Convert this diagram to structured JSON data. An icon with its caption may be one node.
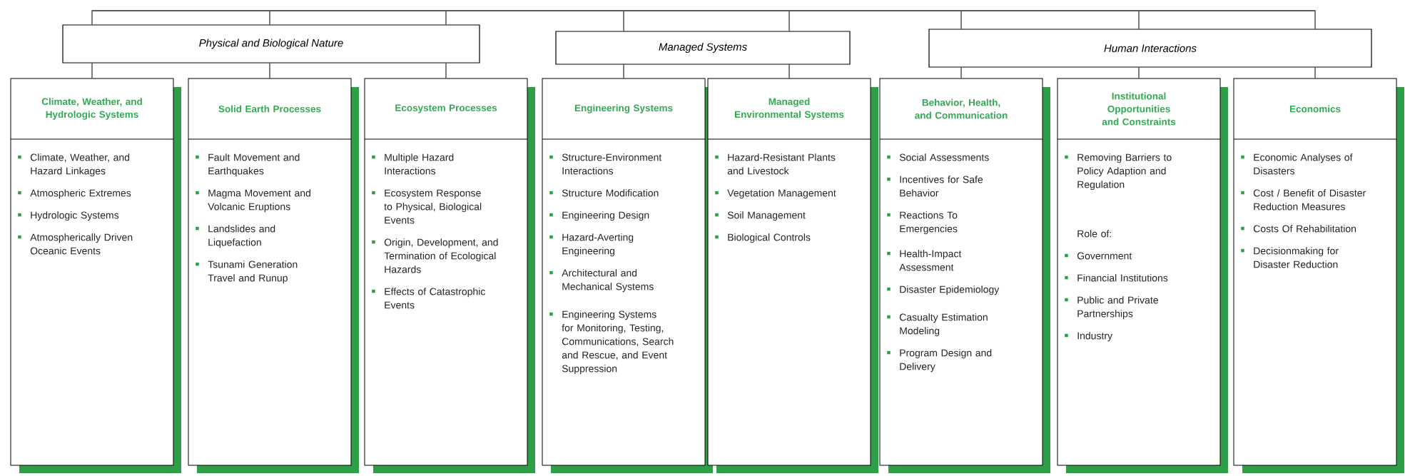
{
  "diagram": {
    "nodes": [
      {
        "text": [],
        "shape": "bar"
      },
      {
        "text": [
          "Physical and Biological Nature"
        ]
      },
      {
        "text": [
          "Managed Systems"
        ]
      },
      {
        "text": [
          "Human Interactions"
        ]
      },
      {
        "text": [
          "Climate, Weather, and Hydrologic Systems",
          "Climate, Weather, and Hazard Linkages",
          "Atmospheric Extremes",
          "Hydrologic Systems",
          "Atmospherically Driven Oceanic Events"
        ]
      },
      {
        "text": [
          "Solid Earth Processes",
          "Fault Movement and Earthquakes",
          "Magma Movement and Volcanic Eruptions",
          "Landslides and Liquefaction",
          "Tsunami Generation Travel and Runup"
        ]
      },
      {
        "text": [
          "Ecosystem Processes",
          "Multiple Hazard Interactions",
          "Ecosystem Response to Physical, Biological Events",
          "Origin, Development, and Termination of Ecological Hazards",
          "Effects of Catastrophic Events"
        ]
      },
      {
        "text": [
          "Engineering Systems",
          "Structure-Environment Interactions",
          "Structure Modification",
          "Engineering Design",
          "Hazard-Averting Engineering",
          "Architectural and Mechanical Systems",
          "Engineering Systems for Monitoring, Testing, Communications, Search and Rescue, and Event Suppression"
        ]
      },
      {
        "text": [
          "Managed Environmental Systems",
          "Hazard-Resistant Plants and Livestock",
          "Vegetation Management",
          "Soil Management",
          "Biological Controls"
        ]
      },
      {
        "text": [
          "Behavior, Health, and Communication",
          "Social Assessments",
          "Incentives for Safe Behavior",
          "Reactions To Emergencies",
          "Health-Impact Assessment",
          "Disaster Epidemiology",
          "Casualty Estimation Modeling",
          "Program Design and Delivery"
        ]
      },
      {
        "text": [
          "Institutional Opportunities and Constraints",
          "Removing Barriers to Policy Adaption and Regulation",
          "Role of:",
          "Government",
          "Financial Institutions",
          "Public and Private Partnerships",
          "Industry"
        ]
      },
      {
        "text": [
          "Economics",
          "Economic Analyses of Disasters",
          "Cost / Benefit of Disaster Reduction Measures",
          "Costs Of Rehabilitation",
          "Decisionmaking for Disaster Reduction"
        ]
      }
    ],
    "edges": [
      {
        "from": 0,
        "to": 1,
        "arrow": "none"
      },
      {
        "from": 0,
        "to": 1,
        "arrow": "none"
      },
      {
        "from": 0,
        "to": 1,
        "arrow": "none"
      },
      {
        "from": 0,
        "to": 2,
        "arrow": "none"
      },
      {
        "from": 0,
        "to": 2,
        "arrow": "none"
      },
      {
        "from": 0,
        "to": 3,
        "arrow": "none"
      },
      {
        "from": 0,
        "to": 3,
        "arrow": "none"
      },
      {
        "from": 0,
        "to": 3,
        "arrow": "none"
      },
      {
        "from": 1,
        "to": 4,
        "arrow": "none"
      },
      {
        "from": 1,
        "to": 5,
        "arrow": "none"
      },
      {
        "from": 1,
        "to": 6,
        "arrow": "none"
      },
      {
        "from": 2,
        "to": 7,
        "arrow": "none"
      },
      {
        "from": 2,
        "to": 8,
        "arrow": "none"
      },
      {
        "from": 3,
        "to": 9,
        "arrow": "none"
      },
      {
        "from": 3,
        "to": 10,
        "arrow": "none"
      },
      {
        "from": 3,
        "to": 11,
        "arrow": "none"
      }
    ]
  }
}
